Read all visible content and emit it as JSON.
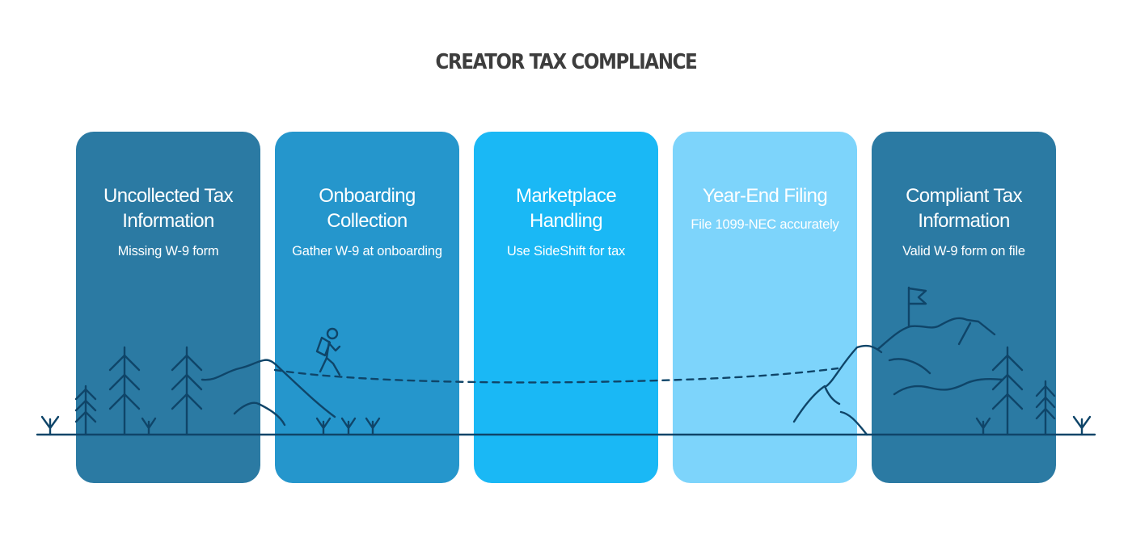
{
  "title": "CREATOR TAX COMPLIANCE",
  "stages": [
    {
      "title": "Uncollected Tax Information",
      "subtitle": "Missing W-9 form",
      "color": "#2b7aa3"
    },
    {
      "title": "Onboarding Collection",
      "subtitle": "Gather W-9 at onboarding",
      "color": "#2596cc"
    },
    {
      "title": "Marketplace Handling",
      "subtitle": "Use SideShift for tax",
      "color": "#1ab8f5"
    },
    {
      "title": "Year-End Filing",
      "subtitle": "File 1099-NEC accurately",
      "color": "#7dd4fb"
    },
    {
      "title": "Compliant Tax Information",
      "subtitle": "Valid W-9 form on file",
      "color": "#2b7aa3"
    }
  ],
  "scene": {
    "line_color": "#0f4569",
    "icons": [
      "pine-tree-icon",
      "grass-tuft-icon",
      "hill-icon",
      "hiker-icon",
      "mountain-icon",
      "flag-icon"
    ]
  }
}
